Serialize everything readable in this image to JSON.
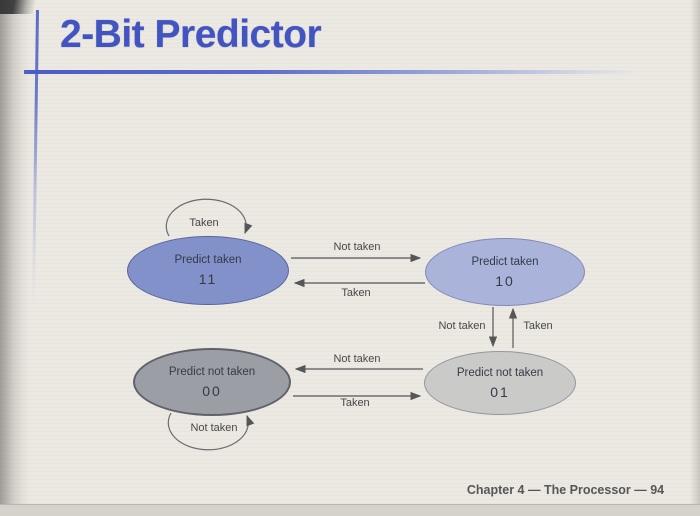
{
  "slide": {
    "title": "2-Bit Predictor",
    "footer": "Chapter 4 — The Processor — 94",
    "accent_color": "#4254c0",
    "background_color": "#ece9e3"
  },
  "diagram": {
    "type": "state-diagram",
    "description": "2-bit branch predictor finite state machine",
    "states": [
      {
        "id": "11",
        "label": "Predict taken",
        "code": "11",
        "fill": "#8391ca",
        "border": "#56659c"
      },
      {
        "id": "10",
        "label": "Predict taken",
        "code": "10",
        "fill": "#aab4da",
        "border": "#7f89b5"
      },
      {
        "id": "00",
        "label": "Predict not taken",
        "code": "00",
        "fill": "#9b9ea4",
        "border": "#5f626a"
      },
      {
        "id": "01",
        "label": "Predict not taken",
        "code": "01",
        "fill": "#cacbc9",
        "border": "#95969a"
      }
    ],
    "transitions": [
      {
        "from": "11",
        "to": "11",
        "label": "Taken"
      },
      {
        "from": "11",
        "to": "10",
        "label": "Not taken"
      },
      {
        "from": "10",
        "to": "11",
        "label": "Taken"
      },
      {
        "from": "10",
        "to": "01",
        "label": "Not taken"
      },
      {
        "from": "01",
        "to": "10",
        "label": "Taken"
      },
      {
        "from": "01",
        "to": "00",
        "label": "Not taken"
      },
      {
        "from": "00",
        "to": "01",
        "label": "Taken"
      },
      {
        "from": "00",
        "to": "00",
        "label": "Not taken"
      }
    ],
    "labels": {
      "loop11": "Taken",
      "t_11_10": "Not taken",
      "t_10_11": "Taken",
      "t_10_01": "Not taken",
      "t_01_10": "Taken",
      "t_01_00": "Not taken",
      "t_00_01": "Taken",
      "loop00": "Not taken"
    },
    "arrow_color": "#565656"
  }
}
